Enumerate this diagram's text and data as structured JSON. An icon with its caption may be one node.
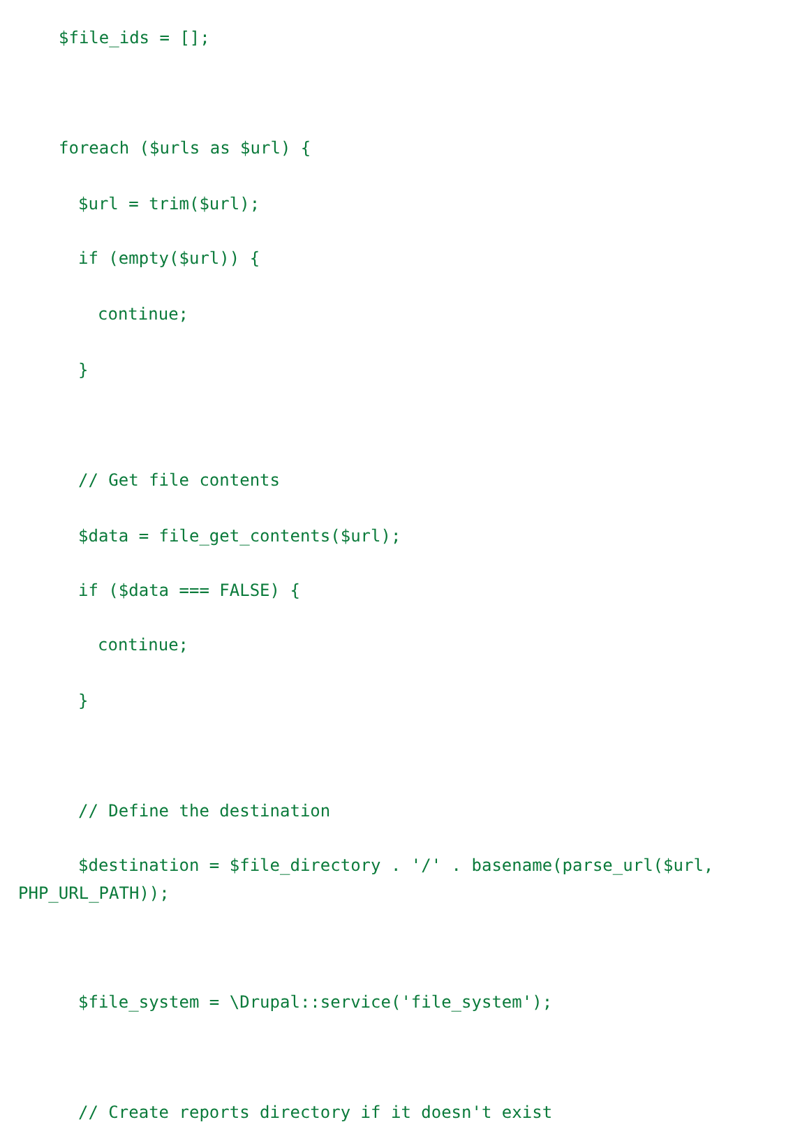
{
  "diagram": {
    "labels": [
      "$file_ids = [];",
      "foreach ($urls as $url) {",
      "$url = trim($url);",
      "if (empty($url)) {",
      "continue;",
      "}",
      "// Get file contents",
      "$data = file_get_contents($url);",
      "if ($data === FALSE) {",
      "continue;",
      "}",
      "// Define the destination",
      "$destination = $file_directory . '/' . basename(parse_url($url, PHP_URL_PATH));",
      "$file_system = \\Drupal::service('file_system');",
      "// Create reports directory if it doesn't exist"
    ]
  }
}
